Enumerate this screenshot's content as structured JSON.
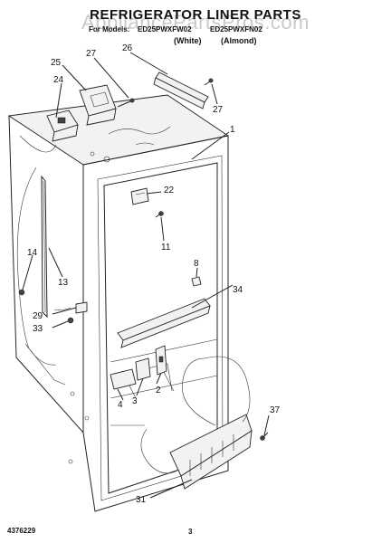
{
  "header": {
    "title": "REFRIGERATOR LINER PARTS",
    "watermark": "AppliancePartsPros.com",
    "model_prefix": "For Models:",
    "model_a": "ED25PWXFW02",
    "model_b": "ED25PWXFN02",
    "color_a": "(White)",
    "color_b": "(Almond)"
  },
  "footer": {
    "document_number": "4376229",
    "page_number": "3"
  },
  "callouts": [
    "25",
    "27",
    "26",
    "24",
    "27",
    "1",
    "22",
    "11",
    "14",
    "13",
    "8",
    "34",
    "29",
    "33",
    "3",
    "2",
    "4",
    "37",
    "31"
  ]
}
